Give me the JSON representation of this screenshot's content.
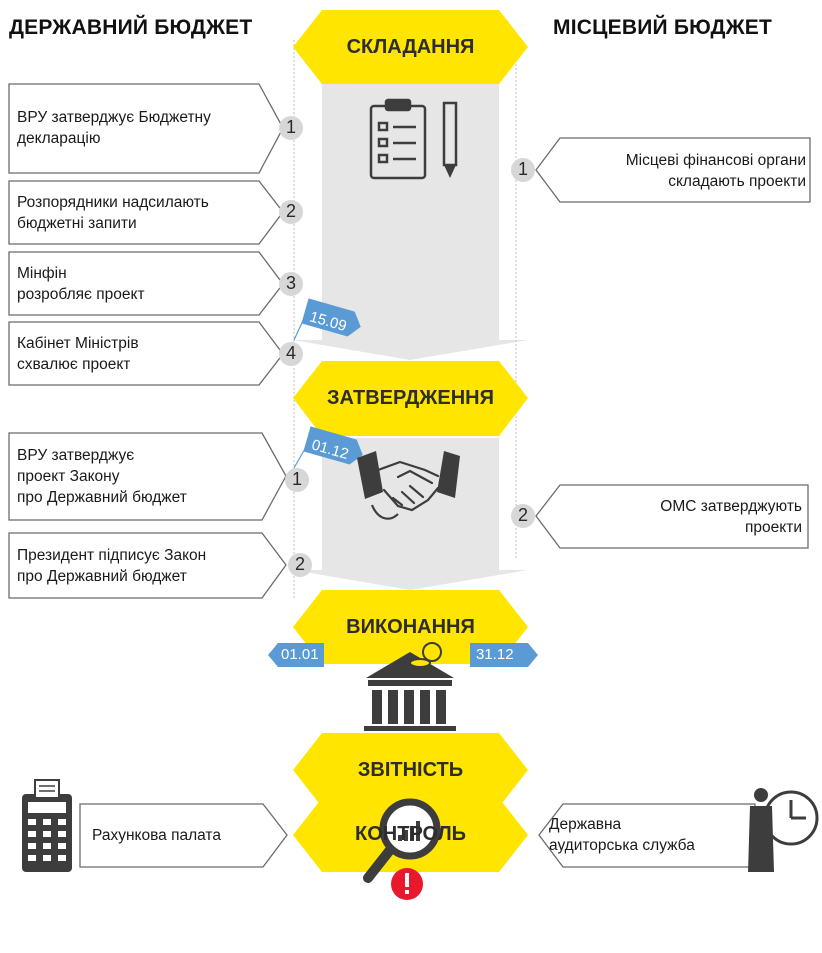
{
  "headers": {
    "state": "ДЕРЖАВНИЙ БЮДЖЕТ",
    "local": "МІСЦЕВИЙ БЮДЖЕТ"
  },
  "stages": {
    "compilation": "СКЛАДАННЯ",
    "approval": "ЗАТВЕРДЖЕННЯ",
    "execution": "ВИКОНАННЯ",
    "reporting": "ЗВІТНІСТЬ",
    "control": "КОНТРОЛЬ"
  },
  "state_steps": [
    {
      "num": "1",
      "line1": "ВРУ затверджує Бюджетну",
      "line2": "декларацію"
    },
    {
      "num": "2",
      "line1": "Розпорядники надсилають",
      "line2": "бюджетні запити"
    },
    {
      "num": "3",
      "line1": "Мінфін",
      "line2": "розробляє проект"
    },
    {
      "num": "4",
      "line1": "Кабінет Міністрів",
      "line2": "схвалює проект"
    },
    {
      "num": "1",
      "line1": "ВРУ затверджує",
      "line2": "проект Закону",
      "line3": "про Державний бюджет"
    },
    {
      "num": "2",
      "line1": "Президент підписує Закон",
      "line2": "про Державний бюджет"
    }
  ],
  "local_steps": [
    {
      "num": "1",
      "line1": "Місцеві фінансові органи",
      "line2": "складають проекти"
    },
    {
      "num": "2",
      "line1": "ОМС затверджують",
      "line2": "проекти"
    }
  ],
  "dates": {
    "compile_deadline": "15.09",
    "approve_deadline": "01.12",
    "exec_start": "01.01",
    "exec_end": "31.12"
  },
  "control": {
    "state_body": "Рахункова палата",
    "local_line1": "Державна",
    "local_line2": "аудиторська служба"
  },
  "icons": {
    "clipboard": "clipboard-checklist-icon",
    "pencil": "pencil-icon",
    "handshake": "handshake-icon",
    "bank": "bank-coins-icon",
    "magnifier": "magnifier-chart-icon",
    "alert": "alert-icon",
    "calculator": "calculator-icon",
    "auditor": "auditor-clock-icon"
  },
  "colors": {
    "accent": "#ffe500",
    "tag": "#5b9bd5",
    "alert": "#e8192c",
    "arrow": "#e6e6e6",
    "outline": "#666666"
  }
}
